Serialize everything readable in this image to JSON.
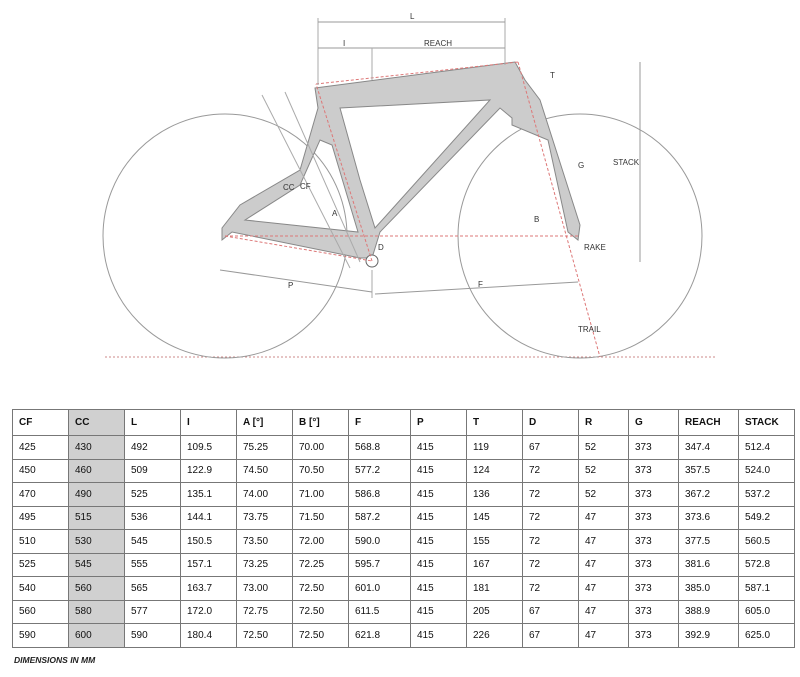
{
  "diagram": {
    "labels": {
      "L": "L",
      "I": "I",
      "REACH": "REACH",
      "T": "T",
      "STACK": "STACK",
      "G": "G",
      "CC": "CC",
      "CF": "CF",
      "A": "A",
      "B": "B",
      "D": "D",
      "RAKE": "RAKE",
      "P": "P",
      "F": "F",
      "TRAIL": "TRAIL"
    },
    "frame_color": "#cccccc"
  },
  "table": {
    "headers": [
      "CF",
      "CC",
      "L",
      "I",
      "A [°]",
      "B [°]",
      "F",
      "P",
      "T",
      "D",
      "R",
      "G",
      "REACH",
      "STACK"
    ],
    "rows": [
      [
        "425",
        "430",
        "492",
        "109.5",
        "75.25",
        "70.00",
        "568.8",
        "415",
        "119",
        "67",
        "52",
        "373",
        "347.4",
        "512.4"
      ],
      [
        "450",
        "460",
        "509",
        "122.9",
        "74.50",
        "70.50",
        "577.2",
        "415",
        "124",
        "72",
        "52",
        "373",
        "357.5",
        "524.0"
      ],
      [
        "470",
        "490",
        "525",
        "135.1",
        "74.00",
        "71.00",
        "586.8",
        "415",
        "136",
        "72",
        "52",
        "373",
        "367.2",
        "537.2"
      ],
      [
        "495",
        "515",
        "536",
        "144.1",
        "73.75",
        "71.50",
        "587.2",
        "415",
        "145",
        "72",
        "47",
        "373",
        "373.6",
        "549.2"
      ],
      [
        "510",
        "530",
        "545",
        "150.5",
        "73.50",
        "72.00",
        "590.0",
        "415",
        "155",
        "72",
        "47",
        "373",
        "377.5",
        "560.5"
      ],
      [
        "525",
        "545",
        "555",
        "157.1",
        "73.25",
        "72.25",
        "595.7",
        "415",
        "167",
        "72",
        "47",
        "373",
        "381.6",
        "572.8"
      ],
      [
        "540",
        "560",
        "565",
        "163.7",
        "73.00",
        "72.50",
        "601.0",
        "415",
        "181",
        "72",
        "47",
        "373",
        "385.0",
        "587.1"
      ],
      [
        "560",
        "580",
        "577",
        "172.0",
        "72.75",
        "72.50",
        "611.5",
        "415",
        "205",
        "67",
        "47",
        "373",
        "388.9",
        "605.0"
      ],
      [
        "590",
        "600",
        "590",
        "180.4",
        "72.50",
        "72.50",
        "621.8",
        "415",
        "226",
        "67",
        "47",
        "373",
        "392.9",
        "625.0"
      ]
    ]
  },
  "note": "DIMENSIONS IN MM"
}
